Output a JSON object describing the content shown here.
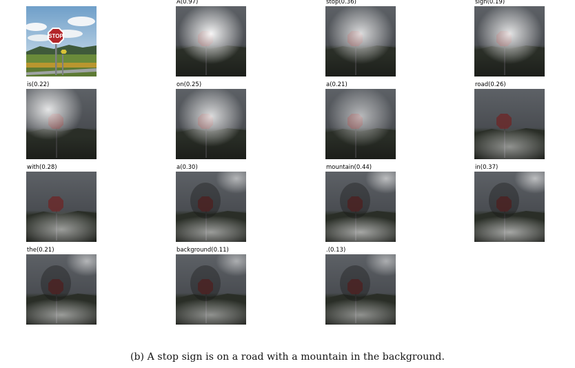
{
  "figure": {
    "original_image": {
      "sign_text": "STOP"
    },
    "attention_maps": [
      {
        "word": "A",
        "score": "0.97",
        "label": "A(0.97)",
        "focus": "center",
        "brightness": 0.95
      },
      {
        "word": "stop",
        "score": "0.36",
        "label": "stop(0.36)",
        "focus": "center",
        "brightness": 0.8
      },
      {
        "word": "sign",
        "score": "0.19",
        "label": "sign(0.19)",
        "focus": "center",
        "brightness": 0.85
      },
      {
        "word": "is",
        "score": "0.22",
        "label": "is(0.22)",
        "focus": "upper-left",
        "brightness": 0.85
      },
      {
        "word": "on",
        "score": "0.25",
        "label": "on(0.25)",
        "focus": "center",
        "brightness": 0.8
      },
      {
        "word": "a",
        "score": "0.21",
        "label": "a(0.21)",
        "focus": "center",
        "brightness": 0.6
      },
      {
        "word": "road",
        "score": "0.26",
        "label": "road(0.26)",
        "focus": "bottom",
        "brightness": 0.5
      },
      {
        "word": "with",
        "score": "0.28",
        "label": "with(0.28)",
        "focus": "bottom",
        "brightness": 0.55
      },
      {
        "word": "a",
        "score": "0.30",
        "label": "a(0.30)",
        "focus": "periphery",
        "brightness": 0.55
      },
      {
        "word": "mountain",
        "score": "0.44",
        "label": "mountain(0.44)",
        "focus": "periphery",
        "brightness": 0.6
      },
      {
        "word": "in",
        "score": "0.37",
        "label": "in(0.37)",
        "focus": "periphery",
        "brightness": 0.6
      },
      {
        "word": "the",
        "score": "0.21",
        "label": "the(0.21)",
        "focus": "periphery",
        "brightness": 0.55
      },
      {
        "word": "background",
        "score": "0.11",
        "label": "background(0.11)",
        "focus": "periphery",
        "brightness": 0.5
      },
      {
        "word": ".",
        "score": "0.13",
        "label": ".(0.13)",
        "focus": "periphery",
        "brightness": 0.5
      }
    ],
    "caption": "(b) A stop sign is on a road with a mountain in the background."
  }
}
